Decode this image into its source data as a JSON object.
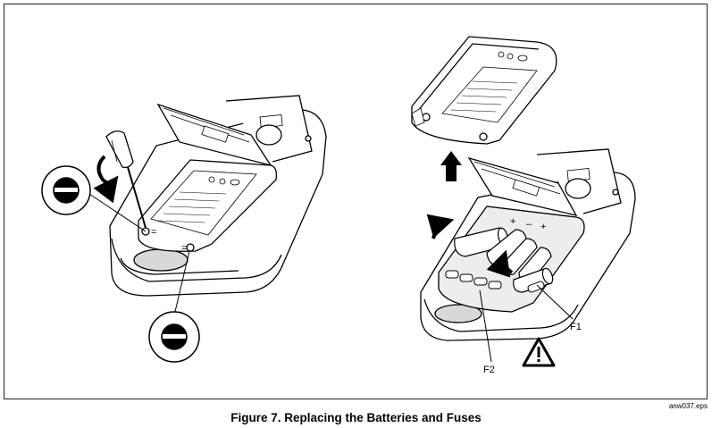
{
  "figure": {
    "caption": "Figure 7. Replacing the Batteries and Fuses",
    "file_id": "anw037.eps",
    "labels": {
      "fuse_1": "F1",
      "fuse_2": "F2"
    }
  },
  "icons": {
    "screwdriver": "screwdriver-icon",
    "screw_head": "slotted-screw-icon",
    "rotate_arrow": "rotate-arrow-icon",
    "lift_arrow": "up-arrow-icon",
    "warning": "warning-triangle-icon"
  },
  "colors": {
    "line": "#000000",
    "shade": "#cfcfcf",
    "background": "#ffffff"
  }
}
